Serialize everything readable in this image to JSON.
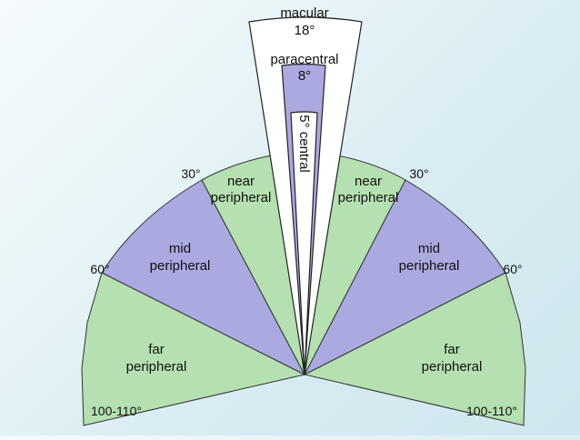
{
  "colors": {
    "green": "#b5e0b1",
    "purple": "#aaa9e0",
    "white": "#ffffff",
    "outline": "#222222"
  },
  "labels": {
    "macular": "macular",
    "macular_deg": "18°",
    "paracentral": "paracentral",
    "paracentral_deg": "8°",
    "central": "5° central",
    "near_peripheral_line1": "near",
    "near_peripheral_line2": "peripheral",
    "mid_peripheral_line1": "mid",
    "mid_peripheral_line2": "peripheral",
    "far_peripheral_line1": "far",
    "far_peripheral_line2": "peripheral",
    "deg_30": "30°",
    "deg_60": "60°",
    "deg_100_110": "100-110°"
  }
}
